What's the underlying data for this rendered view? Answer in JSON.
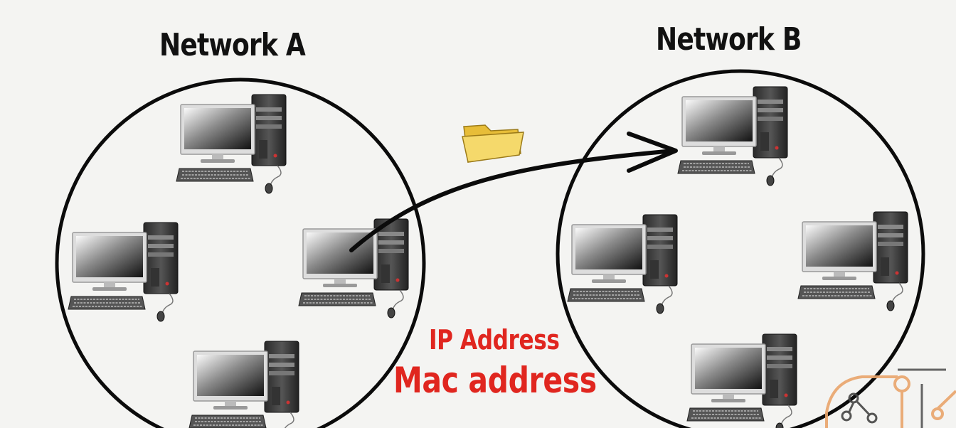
{
  "network_a": {
    "title": "Network A"
  },
  "network_b": {
    "title": "Network B"
  },
  "labels": {
    "ip": "IP Address",
    "mac": "Mac address"
  },
  "colors": {
    "background": "#f4f4f2",
    "label_red": "#e0261f",
    "folder": "#f2d25c",
    "watermark": "#e9a56b"
  },
  "icons": [
    "computer-icon",
    "folder-icon",
    "arrow-icon",
    "watermark-logo"
  ]
}
